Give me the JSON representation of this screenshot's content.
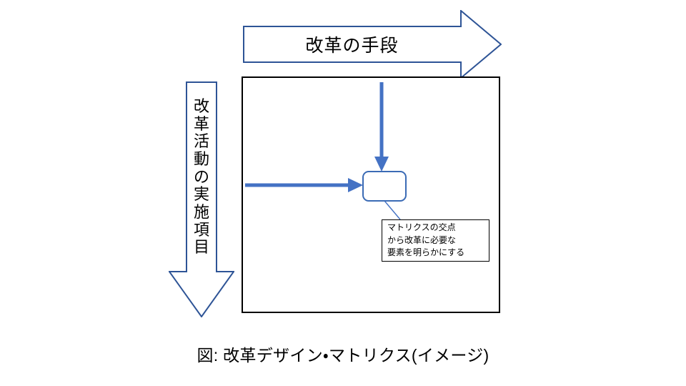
{
  "figure": {
    "caption": "図: 改革デザイン・マトリクス(イメージ)",
    "colors": {
      "arrow_outline": "#2E5496",
      "connector_blue": "#4472C4",
      "node_border": "#3B6BB5",
      "frame_black": "#000000",
      "background": "#FFFFFF"
    }
  },
  "top_axis": {
    "label": "改革の手段",
    "direction": "right"
  },
  "side_axis": {
    "label": "改革活動の実施項目",
    "characters": [
      "改",
      "革",
      "活",
      "動",
      "の",
      "実",
      "施",
      "項",
      "目"
    ],
    "direction": "down"
  },
  "matrix": {
    "node_name": "intersection-node"
  },
  "callout": {
    "lines": [
      "マトリクスの交点",
      "から改革に必要な",
      "要素を明らかにする"
    ]
  }
}
